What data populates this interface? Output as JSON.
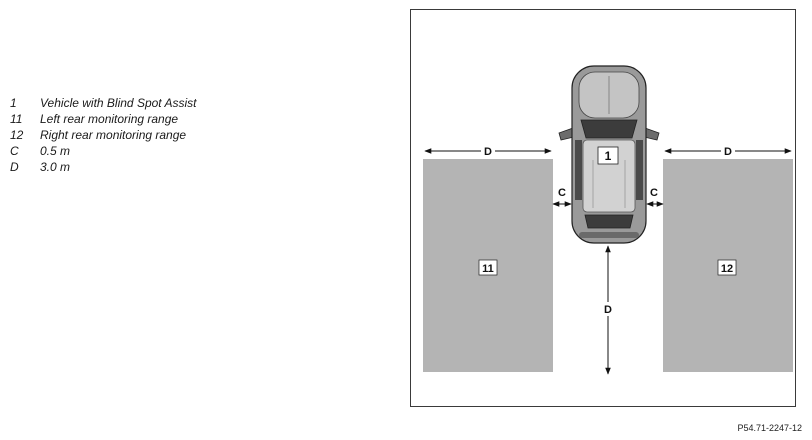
{
  "legend": [
    {
      "key": "1",
      "text": "Vehicle with Blind Spot Assist"
    },
    {
      "key": "11",
      "text": "Left rear monitoring range"
    },
    {
      "key": "12",
      "text": "Right rear monitoring range"
    },
    {
      "key": "C",
      "text": "0.5 m"
    },
    {
      "key": "D",
      "text": "3.0 m"
    }
  ],
  "diagram": {
    "vehicle_label": "1",
    "left_zone_label": "11",
    "right_zone_label": "12",
    "label_c": "C",
    "label_d": "D",
    "zone_color": "#b4b4b4"
  },
  "figure_code": "P54.71-2247-12"
}
